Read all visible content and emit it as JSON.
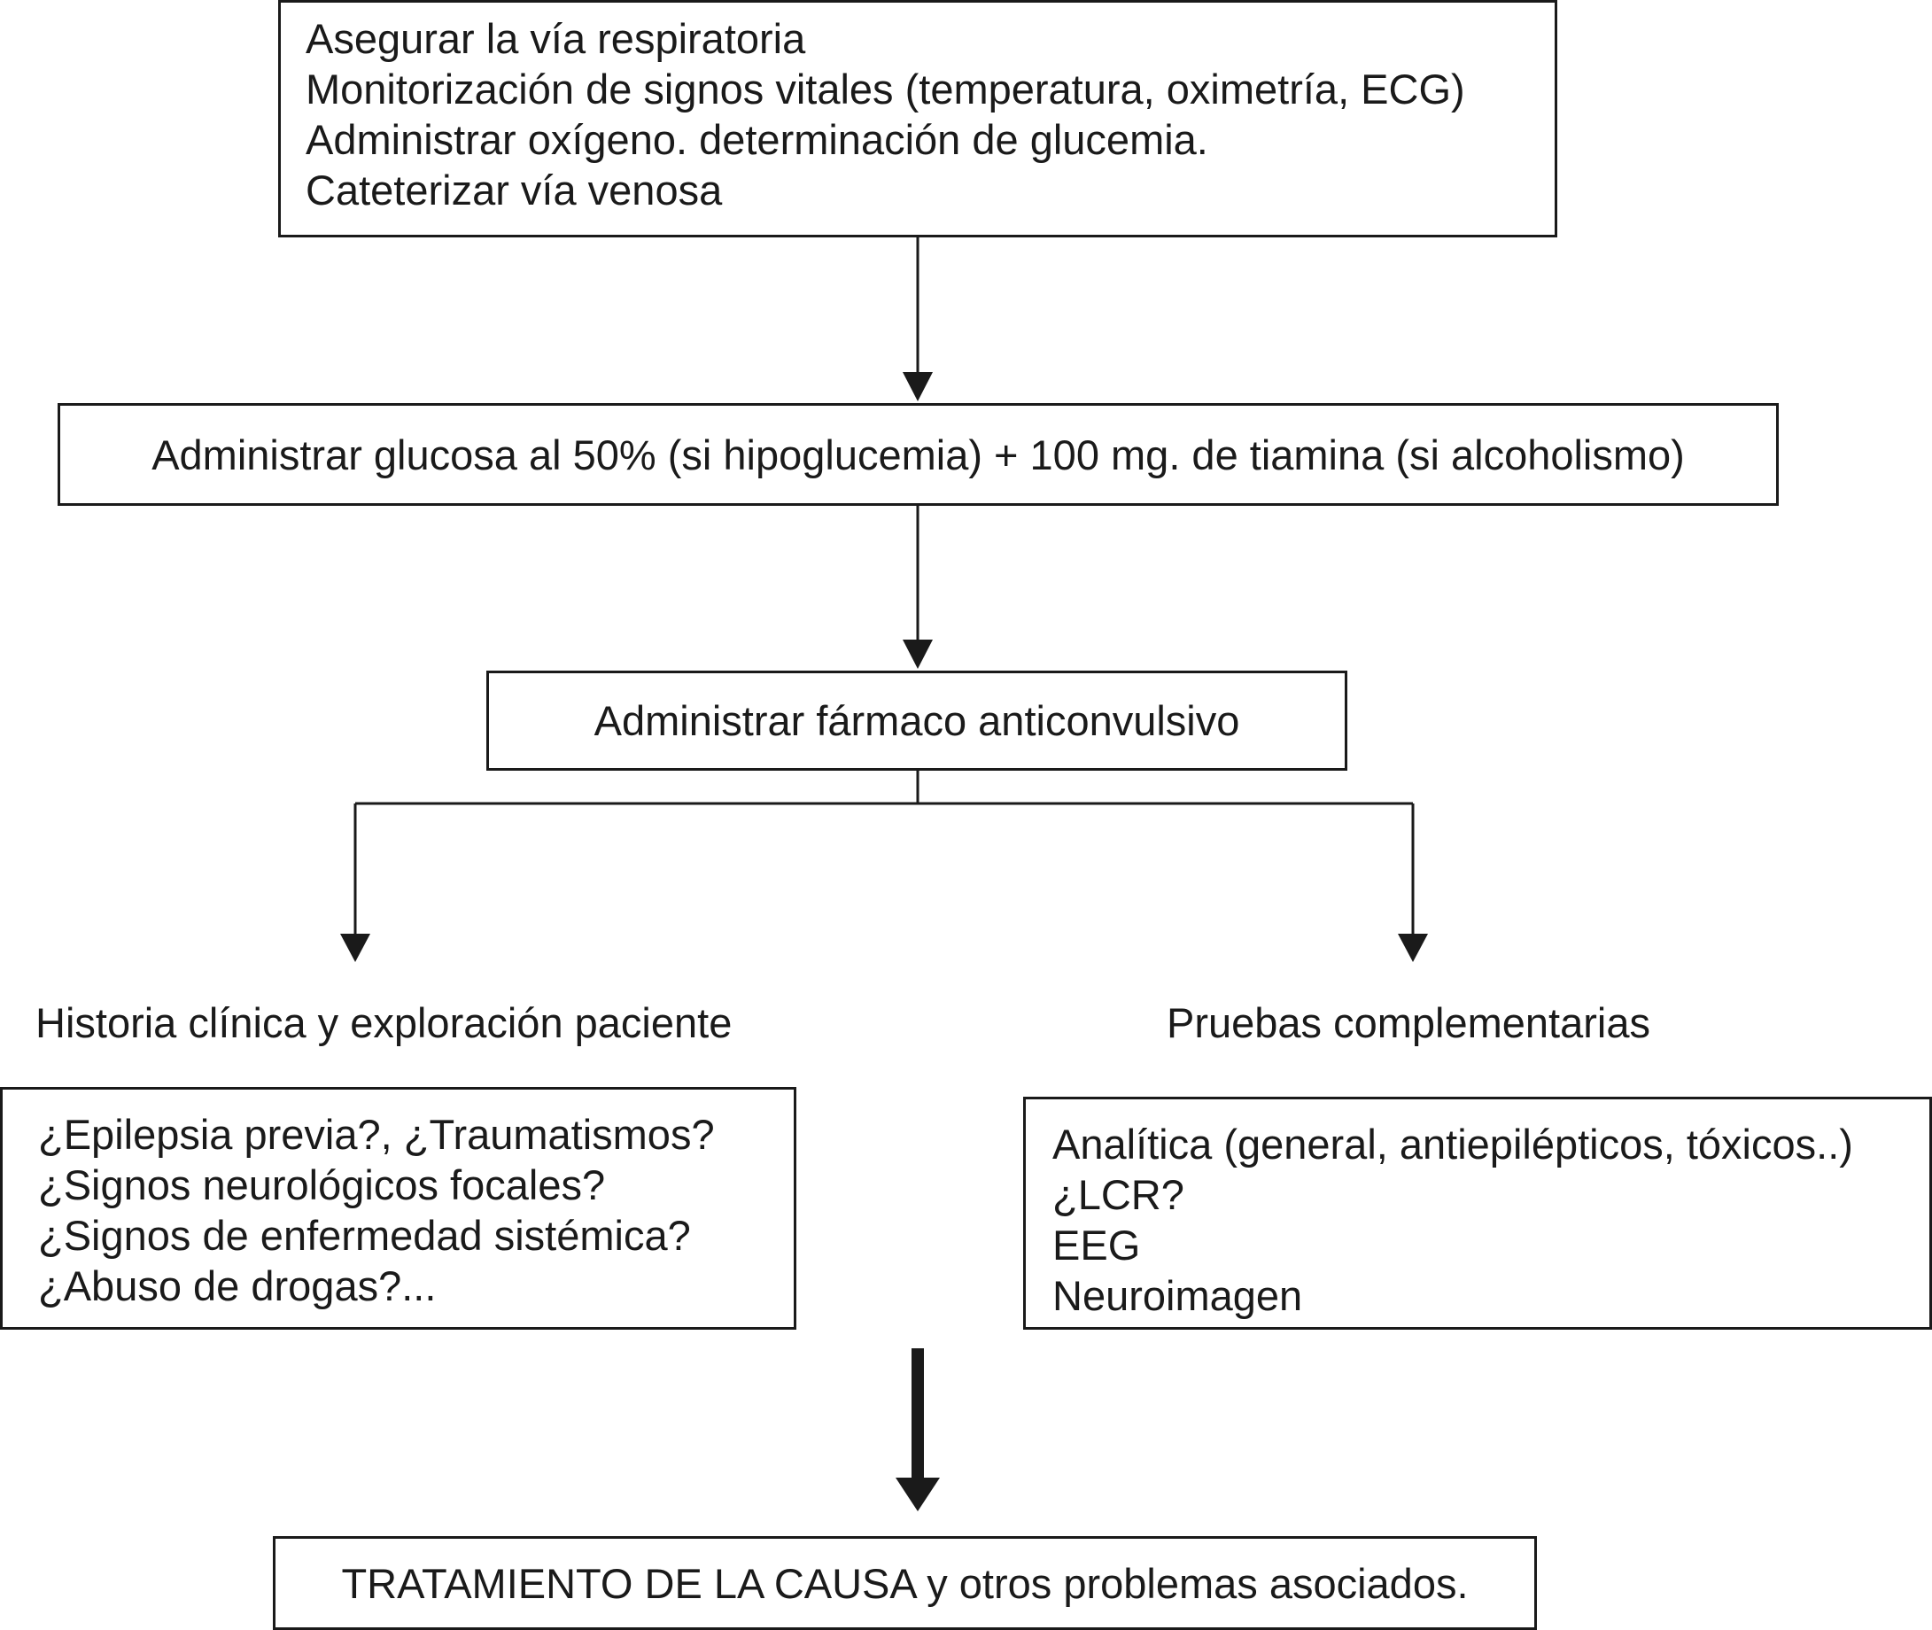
{
  "steps": {
    "initial": {
      "lines": [
        "Asegurar la vía respiratoria",
        "Monitorización de signos vitales (temperatura, oximetría, ECG)",
        "Administrar oxígeno. determinación de glucemia.",
        "Cateterizar vía venosa"
      ]
    },
    "glucose": "Administrar glucosa al 50% (si hipoglucemia) + 100 mg. de tiamina (si alcoholismo)",
    "anticonvulsant": "Administrar fármaco anticonvulsivo",
    "history": {
      "label": "Historia clínica y exploración paciente",
      "lines": [
        "¿Epilepsia previa?, ¿Traumatismos?",
        "¿Signos neurológicos focales?",
        "¿Signos de enfermedad sistémica?",
        "¿Abuso de drogas?..."
      ]
    },
    "tests": {
      "label": "Pruebas complementarias",
      "lines": [
        "Analítica (general, antiepilépticos, tóxicos..)",
        "¿LCR?",
        "EEG",
        "Neuroimagen"
      ]
    },
    "final": "TRATAMIENTO DE LA CAUSA y otros problemas asociados."
  }
}
